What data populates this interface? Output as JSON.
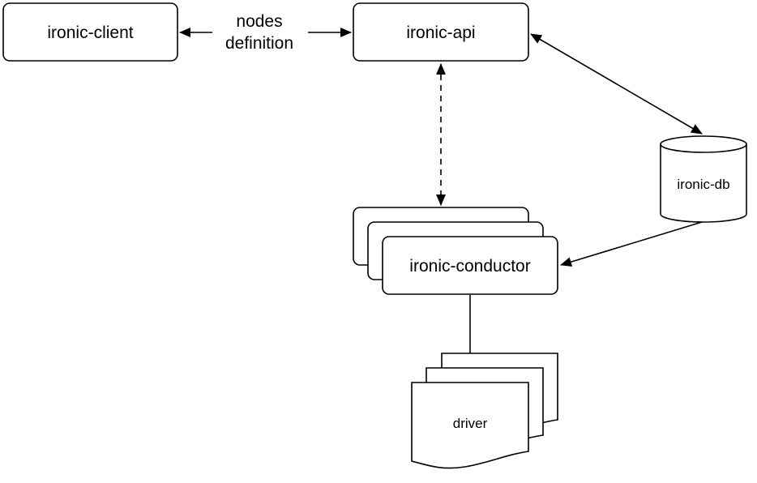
{
  "nodes": {
    "client": {
      "label": "ironic-client"
    },
    "api": {
      "label": "ironic-api"
    },
    "db": {
      "label": "ironic-db"
    },
    "conductor": {
      "label": "ironic-conductor"
    },
    "driver": {
      "label": "driver"
    }
  },
  "edges": {
    "client_api": {
      "label_line1": "nodes",
      "label_line2": "definition"
    }
  },
  "colors": {
    "stroke": "#000000",
    "fill": "#ffffff"
  }
}
